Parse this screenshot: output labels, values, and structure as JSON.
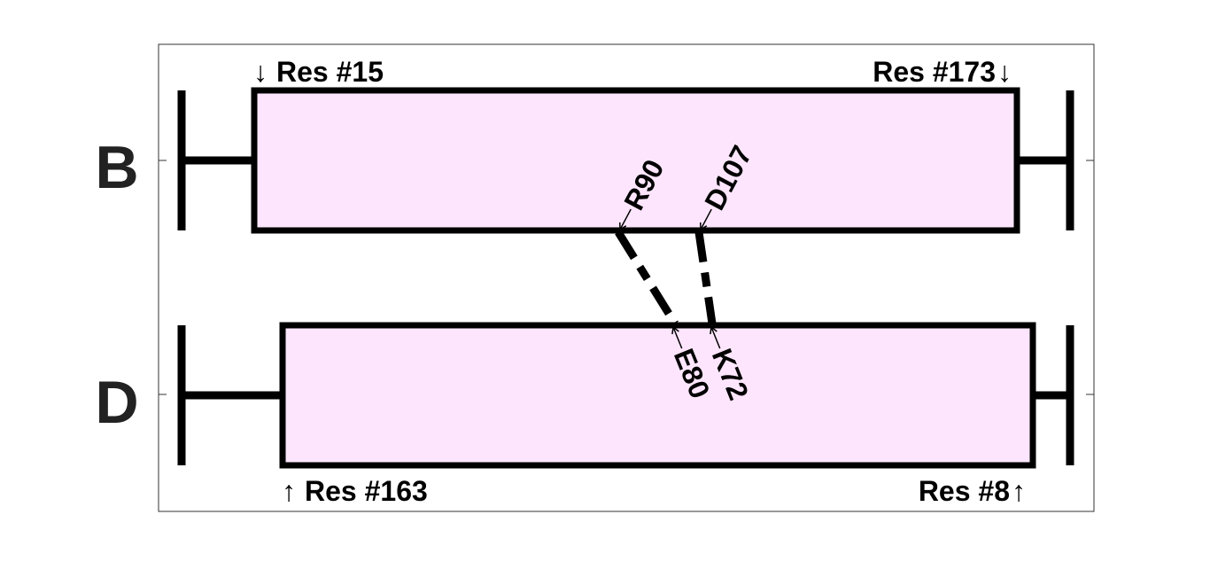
{
  "colors": {
    "strand_fill": "#fde6fd",
    "stroke": "#000000",
    "frame": "#333333",
    "chain_label": "#222222"
  },
  "chains": [
    {
      "id": "B",
      "label": "B",
      "start_label": "Res #15",
      "end_label": "Res #173"
    },
    {
      "id": "D",
      "label": "D",
      "start_label": "Res #163",
      "end_label": "Res #8"
    }
  ],
  "contacts": [
    {
      "from": "R90",
      "to": "E80"
    },
    {
      "from": "D107",
      "to": "K72"
    }
  ],
  "arrows": {
    "down": "↓",
    "up": "↑",
    "small": "←"
  }
}
